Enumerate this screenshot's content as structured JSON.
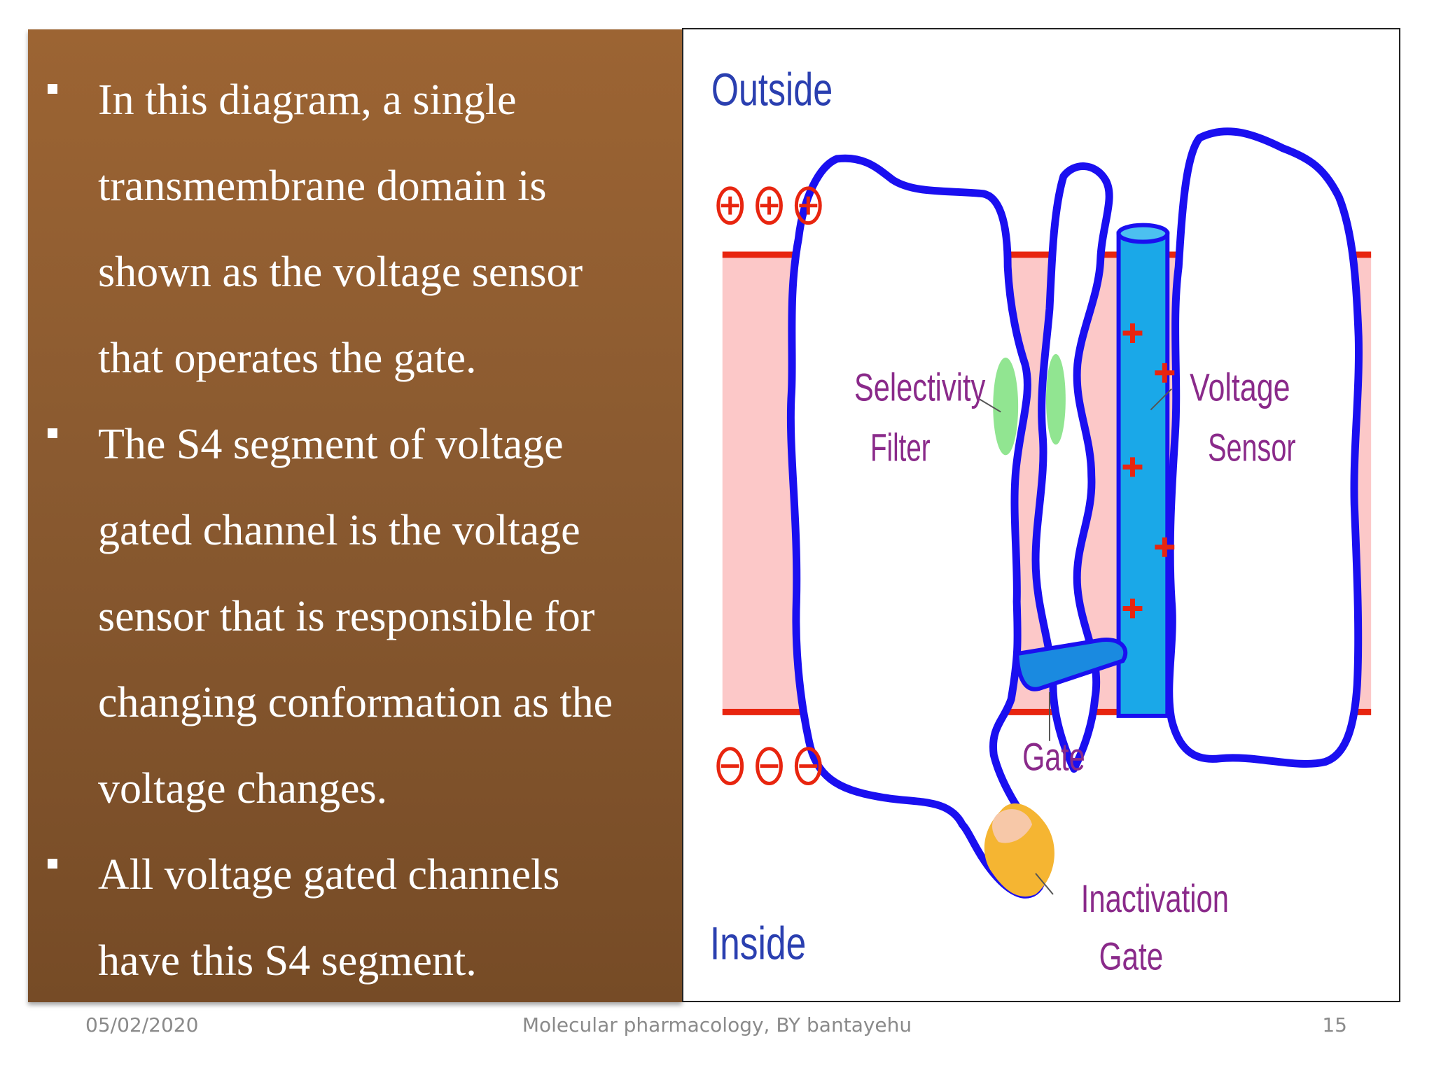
{
  "bullets": [
    {
      "lines": [
        "In this diagram, a single",
        "transmembrane domain is",
        "shown as the voltage sensor",
        "that operates the gate."
      ]
    },
    {
      "lines": [
        "The S4 segment of voltage",
        "gated channel is the voltage",
        "sensor that is responsible for",
        "changing conformation as the",
        "voltage changes."
      ]
    },
    {
      "lines": [
        " All voltage gated channels",
        "have this S4 segment."
      ]
    }
  ],
  "diagram": {
    "outside_label": "Outside",
    "inside_label": "Inside",
    "selectivity_filter_line1": "Selectivity",
    "selectivity_filter_line2": "Filter",
    "voltage_sensor_line1": "Voltage",
    "voltage_sensor_line2": "Sensor",
    "gate_label": "Gate",
    "inactivation_gate_line1": "Inactivation",
    "inactivation_gate_line2": "Gate",
    "colors": {
      "protein_outline": "#1a0ff0",
      "membrane": "#fcc8c8",
      "membrane_edge": "#e8250f",
      "sensor": "#1aa8e8",
      "filter": "#7ee07e",
      "inactivation_ball": "#f5b532",
      "label": "#8a2a8a",
      "region_label": "#2a3fb0",
      "charge": "#e8250f"
    }
  },
  "footer": {
    "date": "05/02/2020",
    "title": "Molecular pharmacology, BY bantayehu",
    "page": "15"
  }
}
